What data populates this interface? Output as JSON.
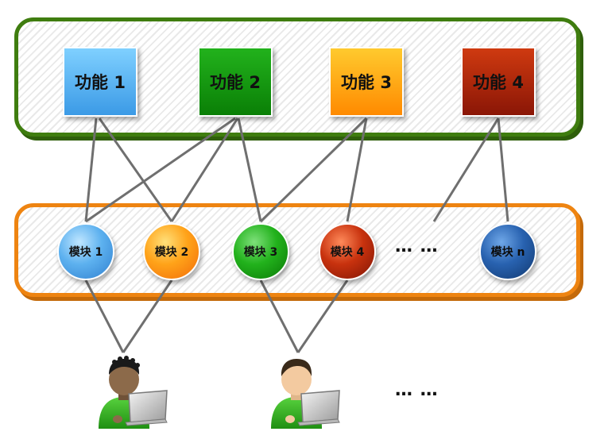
{
  "features": [
    {
      "id": "feature-1",
      "label": "功能 1",
      "color": "#3b9ae6"
    },
    {
      "id": "feature-2",
      "label": "功能 2",
      "color": "#0a7f06"
    },
    {
      "id": "feature-3",
      "label": "功能 3",
      "color": "#ff8a00"
    },
    {
      "id": "feature-4",
      "label": "功能 4",
      "color": "#8a1606"
    }
  ],
  "modules": [
    {
      "id": "module-1",
      "label": "模块 1",
      "color": "#5db1ef"
    },
    {
      "id": "module-2",
      "label": "模块 2",
      "color": "#ffa319"
    },
    {
      "id": "module-3",
      "label": "模块 3",
      "color": "#22b21c"
    },
    {
      "id": "module-4",
      "label": "模块 4",
      "color": "#c8320e"
    },
    {
      "id": "module-n",
      "label": "模块 n",
      "color": "#2862b0"
    }
  ],
  "module_ellipsis": "… …",
  "user_ellipsis": "… …",
  "connections": {
    "feature_to_module": [
      [
        "feature-1",
        "module-1"
      ],
      [
        "feature-1",
        "module-2"
      ],
      [
        "feature-2",
        "module-1"
      ],
      [
        "feature-2",
        "module-2"
      ],
      [
        "feature-2",
        "module-3"
      ],
      [
        "feature-3",
        "module-3"
      ],
      [
        "feature-3",
        "module-4"
      ],
      [
        "feature-4",
        "module-ellipsis"
      ],
      [
        "feature-4",
        "module-n"
      ]
    ],
    "module_to_user": [
      [
        "module-1",
        "user-1"
      ],
      [
        "module-2",
        "user-1"
      ],
      [
        "module-3",
        "user-2"
      ],
      [
        "module-4",
        "user-2"
      ]
    ]
  },
  "users": [
    {
      "id": "user-1",
      "icon": "user-with-laptop-icon",
      "skin": "#8c6a4a",
      "hair": "#1a1a1a"
    },
    {
      "id": "user-2",
      "icon": "user-with-laptop-icon",
      "skin": "#f3caa0",
      "hair": "#3a2a1a"
    }
  ],
  "colors": {
    "feature_layer_border": "#3f7d0f",
    "module_layer_border": "#ee8411",
    "connector_line": "#6f6f6f"
  }
}
